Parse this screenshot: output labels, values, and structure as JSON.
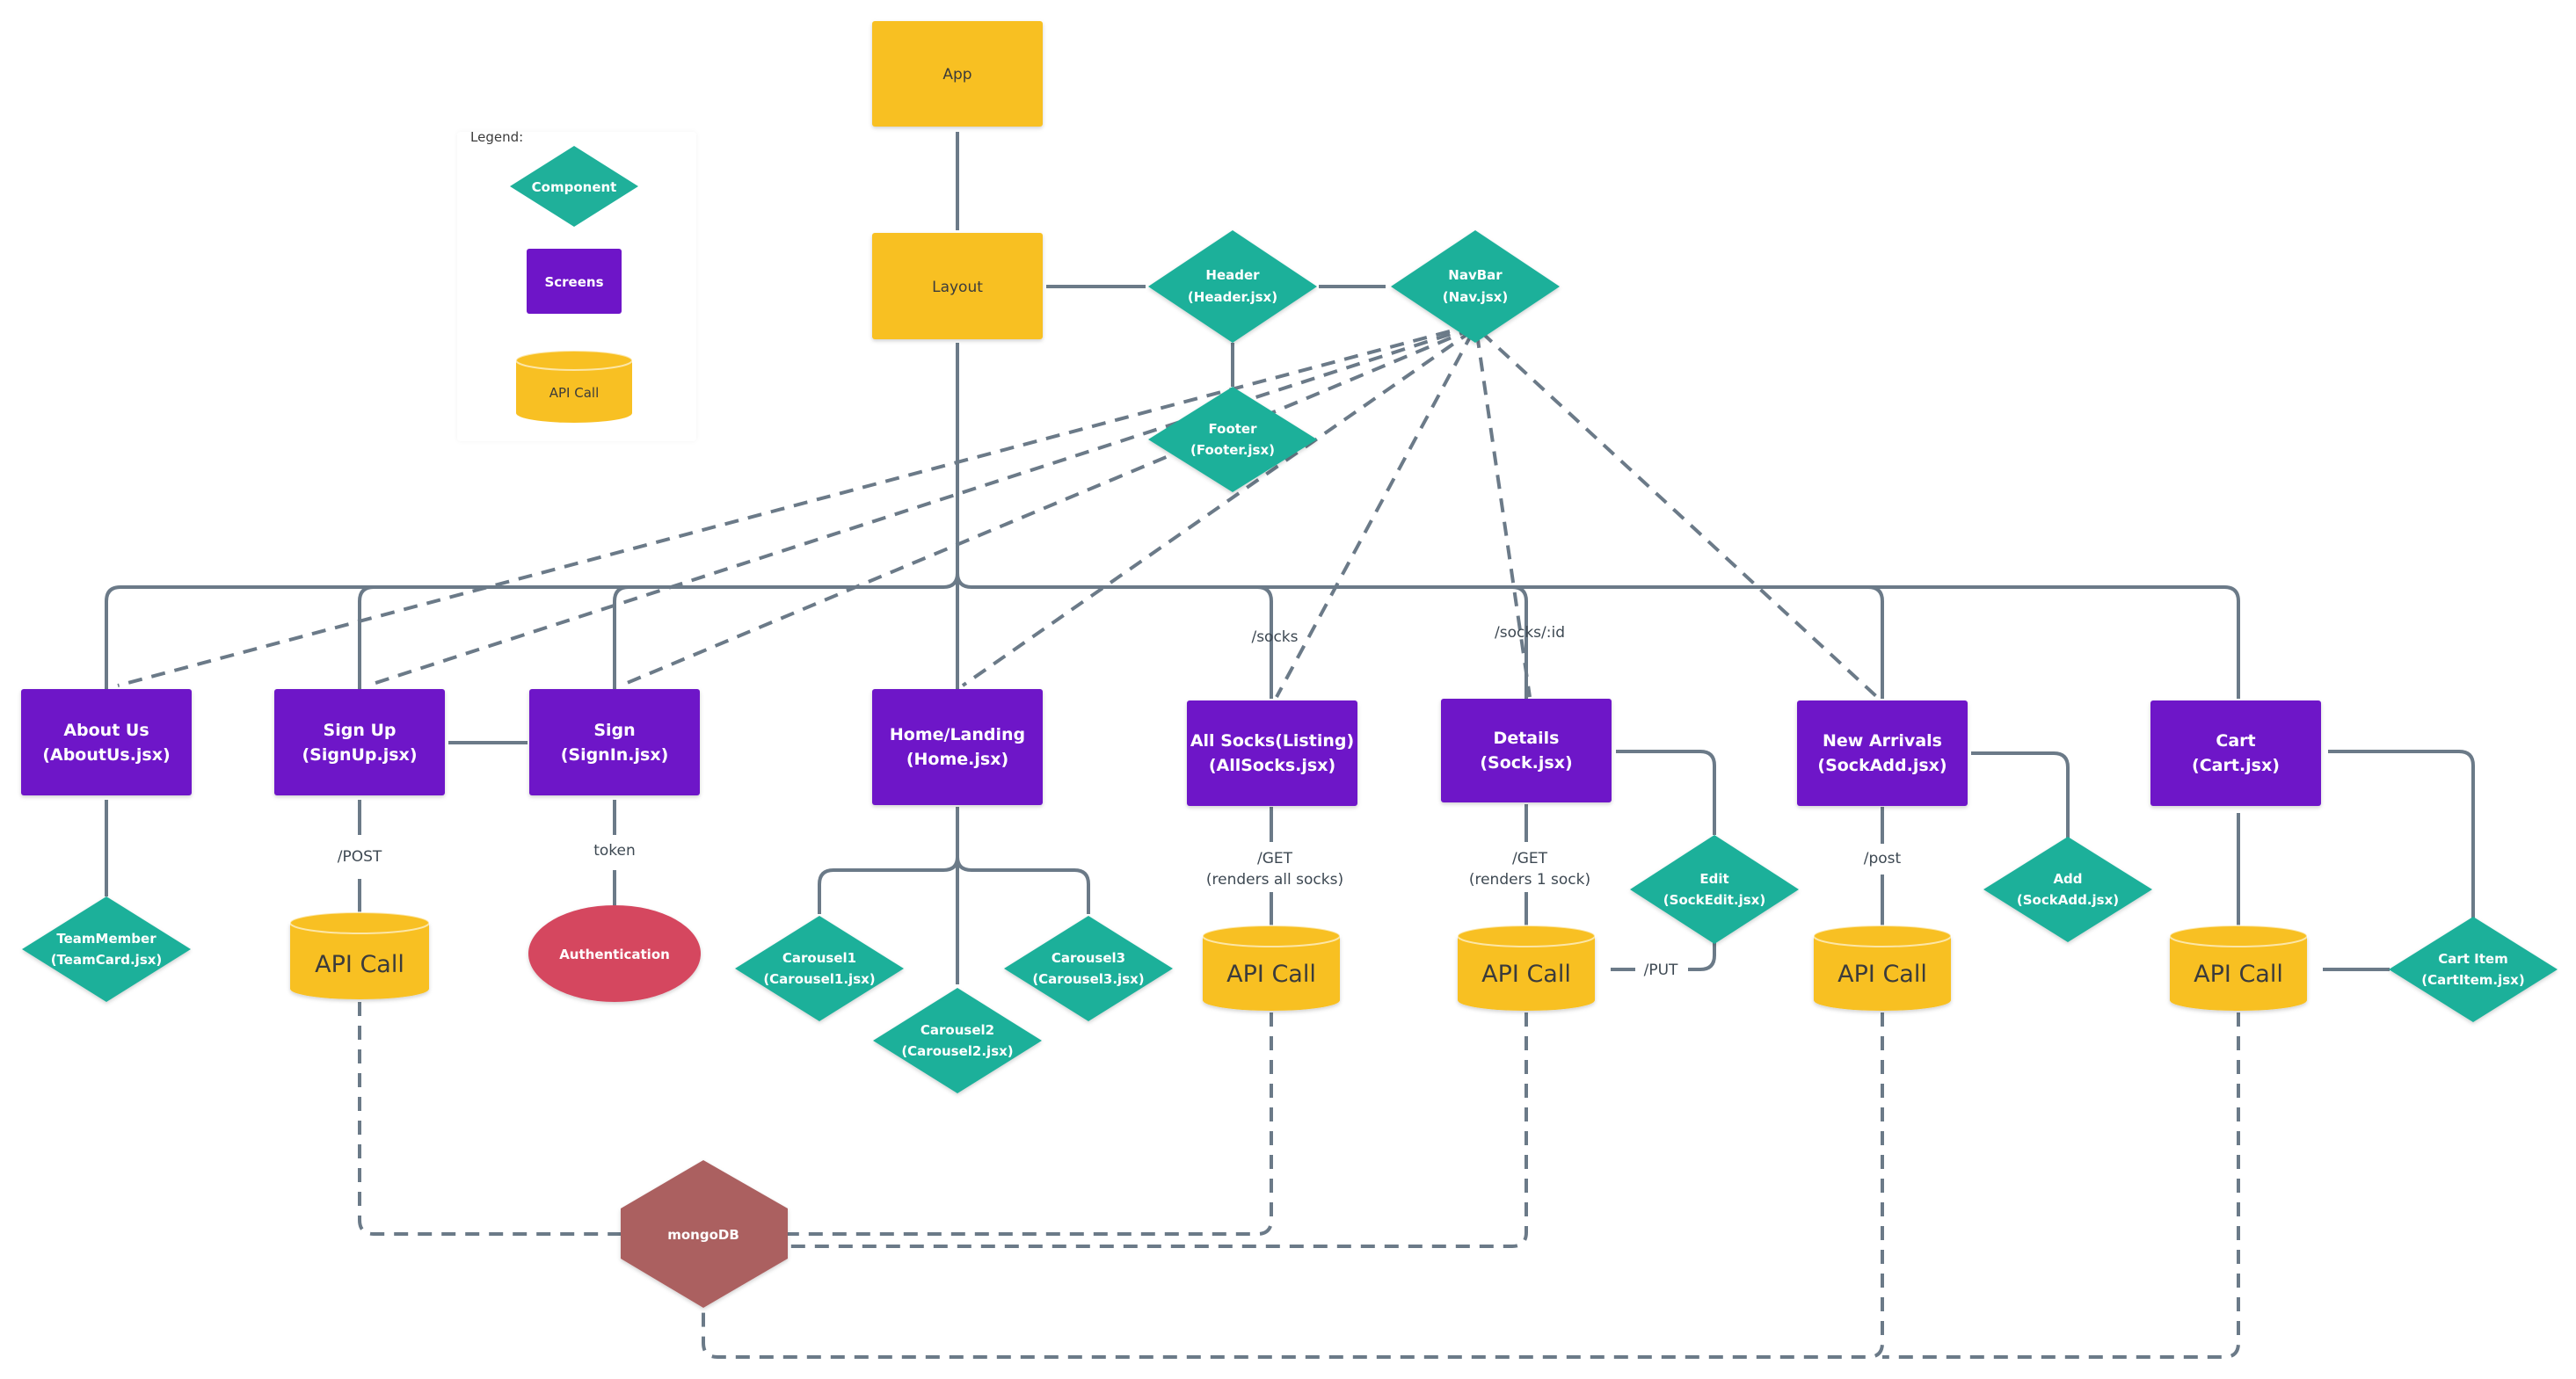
{
  "colors": {
    "component": "#1fb09a",
    "screen": "#6e15c8",
    "api": "#f8c023",
    "auth": "#d5475e",
    "db": "#ab6161",
    "line": "#6b7a88"
  },
  "legend": {
    "title": "Legend:",
    "component": "Component",
    "screens": "Screens",
    "api_call": "API Call"
  },
  "nodes": {
    "app": "App",
    "layout": "Layout",
    "header": {
      "name": "Header",
      "file": "(Header.jsx)"
    },
    "navbar": {
      "name": "NavBar",
      "file": "(Nav.jsx)"
    },
    "footer": {
      "name": "Footer",
      "file": "(Footer.jsx)"
    },
    "about": {
      "name": "About Us",
      "file": "(AboutUs.jsx)"
    },
    "signup": {
      "name": "Sign Up",
      "file": "(SignUp.jsx)"
    },
    "signin": {
      "name": "Sign",
      "file": "(SignIn.jsx)"
    },
    "home": {
      "name": "Home/Landing",
      "file": "(Home.jsx)"
    },
    "allsocks": {
      "name": "All Socks(Listing)",
      "file": "(AllSocks.jsx)"
    },
    "details": {
      "name": "Details",
      "file": "(Sock.jsx)"
    },
    "newarrivals": {
      "name": "New Arrivals",
      "file": "(SockAdd.jsx)"
    },
    "cart": {
      "name": "Cart",
      "file": "(Cart.jsx)"
    },
    "teammember": {
      "name": "TeamMember",
      "file": "(TeamCard.jsx)"
    },
    "authentication": "Authentication",
    "carousel1": {
      "name": "Carousel1",
      "file": "(Carousel1.jsx)"
    },
    "carousel2": {
      "name": "Carousel2",
      "file": "(Carousel2.jsx)"
    },
    "carousel3": {
      "name": "Carousel3",
      "file": "(Carousel3.jsx)"
    },
    "edit": {
      "name": "Edit",
      "file": "(SockEdit.jsx)"
    },
    "add": {
      "name": "Add",
      "file": "(SockAdd.jsx)"
    },
    "cartitem": {
      "name": "Cart Item",
      "file": "(CartItem.jsx)"
    },
    "mongodb": "mongoDB",
    "api_call": "API Call"
  },
  "edge_labels": {
    "socks": "/socks",
    "socks_id": "/socks/:id",
    "post_upper": "/POST",
    "token": "token",
    "get": "/GET",
    "renders_all": "(renders all socks)",
    "renders_one": "(renders 1 sock)",
    "put": "/PUT",
    "post_lower": "/post"
  }
}
